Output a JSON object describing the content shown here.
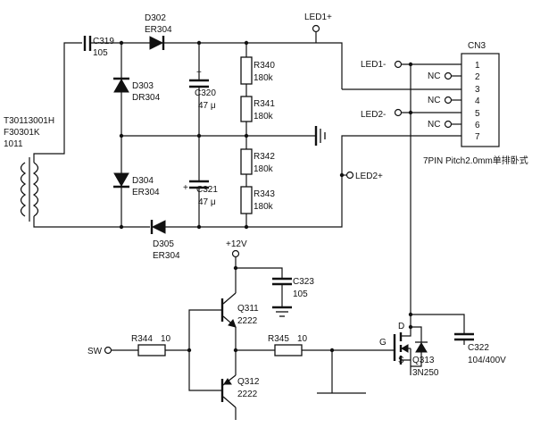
{
  "transformer": {
    "lines": [
      "T30113001H",
      "F30301K",
      "1011"
    ]
  },
  "caps": [
    {
      "ref": "C319",
      "value": "105"
    },
    {
      "ref": "C320",
      "value": "47 μ"
    },
    {
      "ref": "C321",
      "value": "47 μ"
    },
    {
      "ref": "C323",
      "value": "105"
    },
    {
      "ref": "C322",
      "value": "104/400V"
    }
  ],
  "diodes": [
    {
      "ref": "D302",
      "type": "ER304"
    },
    {
      "ref": "D303",
      "type": "DR304"
    },
    {
      "ref": "D304",
      "type": "ER304"
    },
    {
      "ref": "D305",
      "type": "ER304"
    }
  ],
  "resistors": [
    {
      "ref": "R340",
      "value": "180k"
    },
    {
      "ref": "R341",
      "value": "180k"
    },
    {
      "ref": "R342",
      "value": "180k"
    },
    {
      "ref": "R343",
      "value": "180k"
    },
    {
      "ref": "R344",
      "value": "10"
    },
    {
      "ref": "R345",
      "value": "10"
    }
  ],
  "transistors": [
    {
      "ref": "Q311",
      "type": "2222"
    },
    {
      "ref": "Q312",
      "type": "2222"
    },
    {
      "ref": "Q313",
      "type": "3N250"
    }
  ],
  "mosfet_pins": {
    "drain": "D",
    "gate": "G",
    "source": "S"
  },
  "nets": {
    "led1_plus": "LED1+",
    "led1_minus": "LED1-",
    "led2_minus": "LED2-",
    "led2_plus": "LED2+",
    "supply": "+12V",
    "sw": "SW"
  },
  "connector": {
    "ref": "CN3",
    "pins": [
      "1",
      "2",
      "3",
      "4",
      "5",
      "6",
      "7"
    ],
    "nc_label": "NC",
    "description": "7PIN Pitch2.0mm单排卧式"
  }
}
